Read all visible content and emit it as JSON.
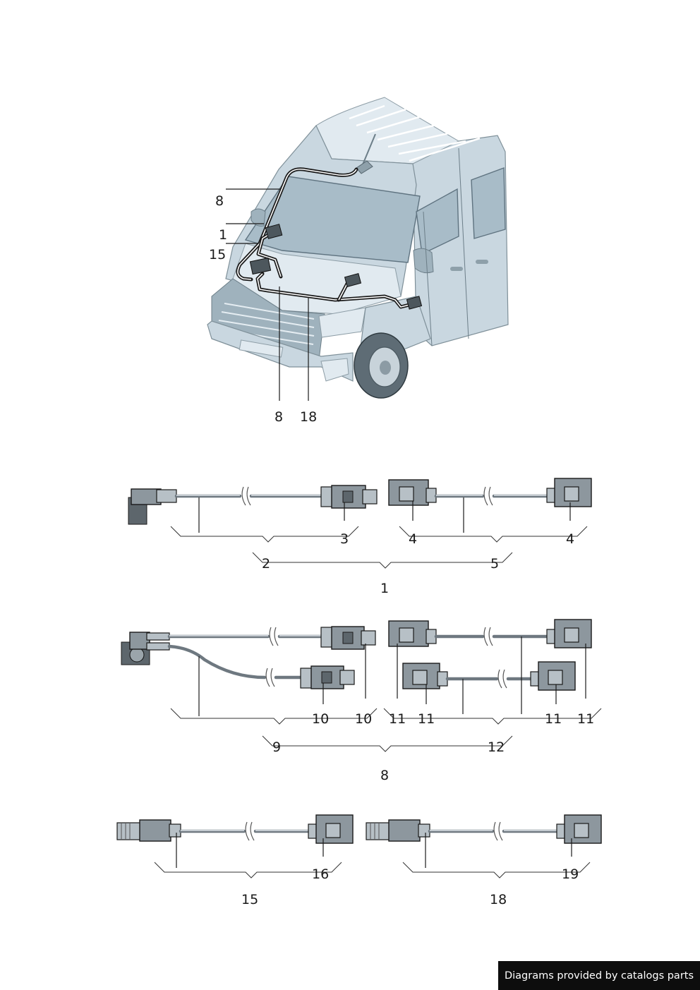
{
  "labels": {
    "van_8_top": "8",
    "van_1": "1",
    "van_15": "15",
    "van_8_bottom": "8",
    "van_18": "18",
    "g1_3": "3",
    "g1_4a": "4",
    "g1_4b": "4",
    "g1_2": "2",
    "g1_5": "5",
    "g1_1": "1",
    "g2_10a": "10",
    "g2_10b": "10",
    "g2_11a": "11",
    "g2_11b": "11",
    "g2_11c": "11",
    "g2_11d": "11",
    "g2_9": "9",
    "g2_12": "12",
    "g2_8": "8",
    "g3_16": "16",
    "g3_15": "15",
    "g4_19": "19",
    "g4_18": "18"
  },
  "footer": {
    "text": "Diagrams provided by catalogs parts"
  }
}
